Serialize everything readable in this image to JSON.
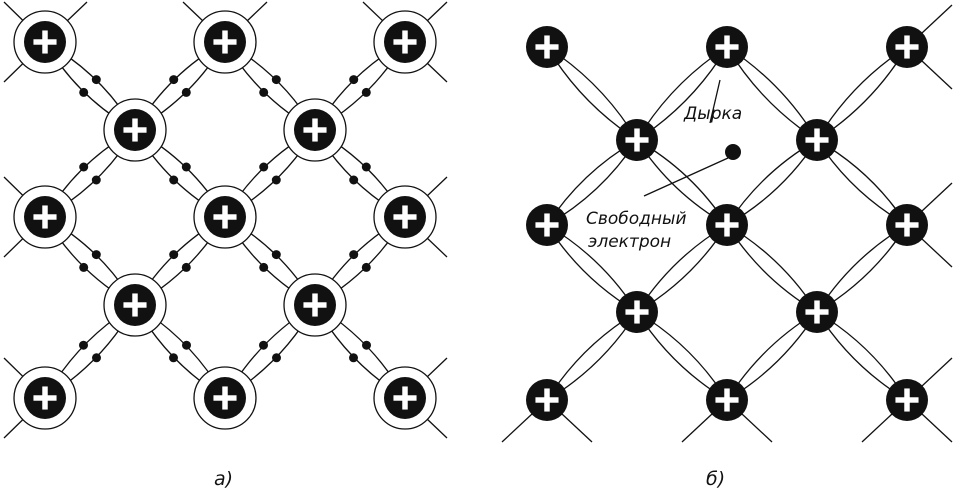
{
  "panels": [
    {
      "id": "a",
      "caption": "а)"
    },
    {
      "id": "b",
      "caption": "б)"
    }
  ],
  "labels": {
    "hole": "Дырка",
    "free_electron_line1": "Свободный",
    "free_electron_line2": "электрон"
  },
  "colors": {
    "ink": "#111111",
    "background": "#ffffff"
  }
}
